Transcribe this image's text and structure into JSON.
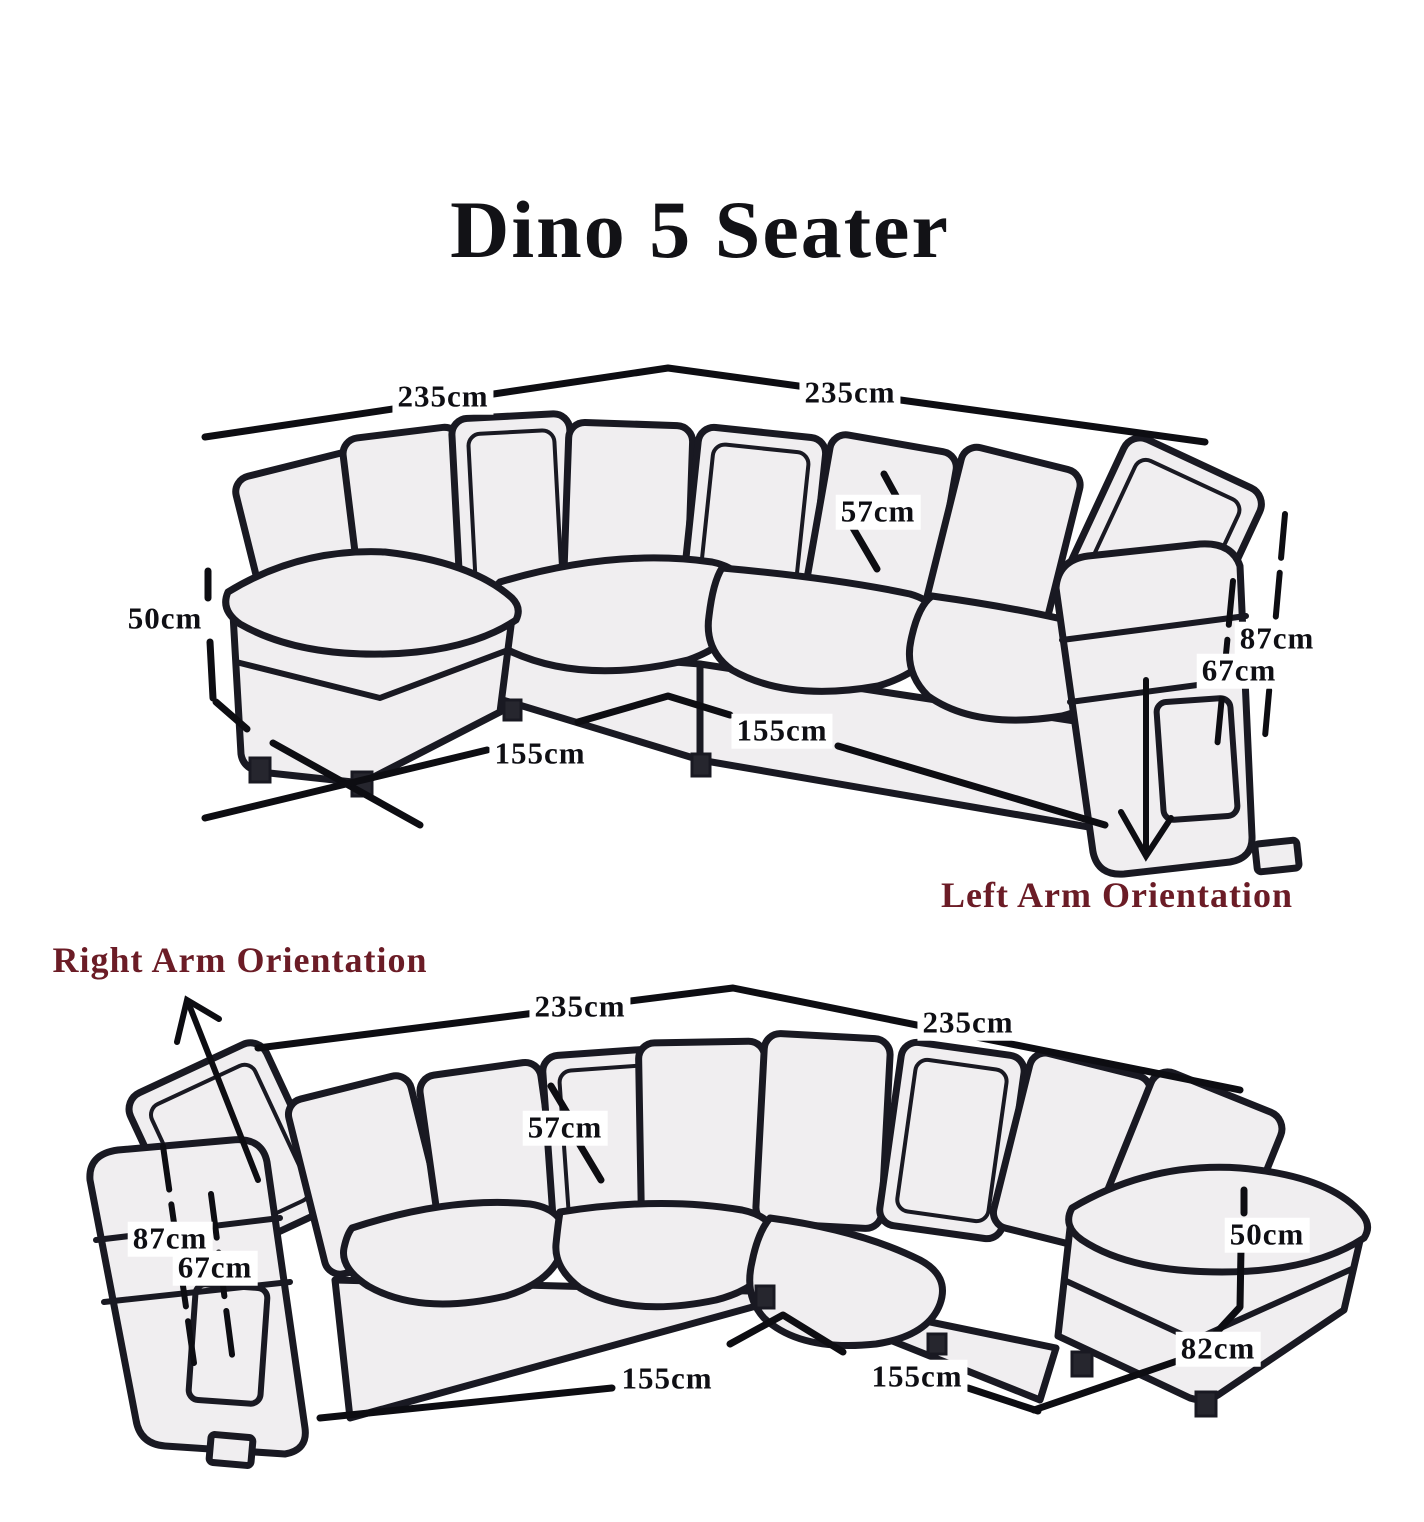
{
  "title": "Dino 5 Seater",
  "colors": {
    "line_art": "#191922",
    "sofa_fill": "#f0eef0",
    "dimension_text": "#0f0f14",
    "orientation_text": "#6b1c26",
    "background": "#ffffff"
  },
  "sofa_top": {
    "orientation_label": "Left Arm Orientation",
    "dim_width_left": "235cm",
    "dim_width_right": "235cm",
    "dim_back_cushion": "57cm",
    "dim_footstool_height": "50cm",
    "dim_total_height": "87cm",
    "dim_arm_height": "67cm",
    "dim_seat_left": "155cm",
    "dim_seat_right": "155cm"
  },
  "sofa_bottom": {
    "orientation_label": "Right Arm Orientation",
    "dim_width_left": "235cm",
    "dim_width_right": "235cm",
    "dim_back_cushion": "57cm",
    "dim_total_height": "87cm",
    "dim_arm_height": "67cm",
    "dim_footstool_height": "50cm",
    "dim_seat_left": "155cm",
    "dim_seat_right": "155cm",
    "dim_footstool_width": "82cm"
  }
}
